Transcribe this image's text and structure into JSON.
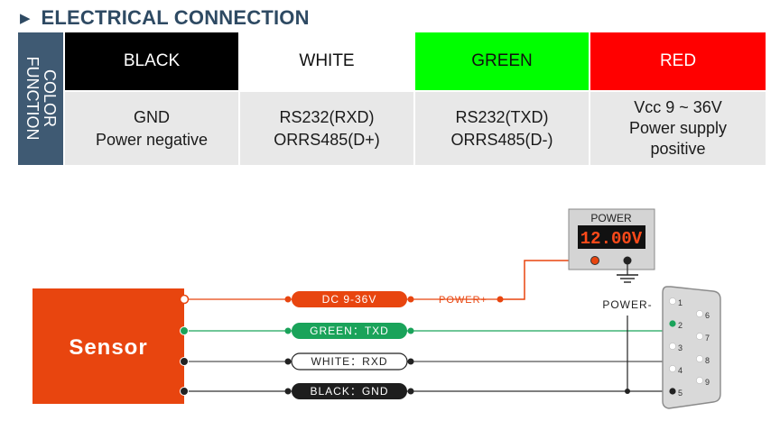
{
  "heading": {
    "icon": "triangle-right-icon",
    "title": "ELECTRICAL CONNECTION"
  },
  "table": {
    "side_label_line1": "COLOR",
    "side_label_line2": "FUNCTION",
    "columns": [
      {
        "color_name": "BLACK",
        "color": "#000000",
        "text_color": "#ffffff",
        "function_line1": "GND",
        "function_line2": "Power negative",
        "function_line3": ""
      },
      {
        "color_name": "WHITE",
        "color": "#ffffff",
        "text_color": "#111111",
        "function_line1": "RS232(RXD)",
        "function_line2": "ORRS485(D+)",
        "function_line3": ""
      },
      {
        "color_name": "GREEN",
        "color": "#00ff00",
        "text_color": "#111111",
        "function_line1": "RS232(TXD)",
        "function_line2": "ORRS485(D-)",
        "function_line3": ""
      },
      {
        "color_name": "RED",
        "color": "#ff0000",
        "text_color": "#ffffff",
        "function_line1": "Vcc 9 ~ 36V",
        "function_line2": "Power supply",
        "function_line3": "positive"
      }
    ]
  },
  "diagram": {
    "sensor_label": "Sensor",
    "power_supply_label": "POWER",
    "power_display_value": "12.00V",
    "power_plus_label": "POWER+",
    "power_minus_label": "POWER-",
    "wires": [
      {
        "label": "DC 9-36V",
        "style": "red"
      },
      {
        "label": "GREEN：TXD",
        "style": "green"
      },
      {
        "label": "WHITE：RXD",
        "style": "white"
      },
      {
        "label": "BLACK：GND",
        "style": "black"
      }
    ],
    "connector_pins_left": [
      "1",
      "2",
      "3",
      "4",
      "5"
    ],
    "connector_pins_right": [
      "6",
      "7",
      "8",
      "9"
    ]
  }
}
